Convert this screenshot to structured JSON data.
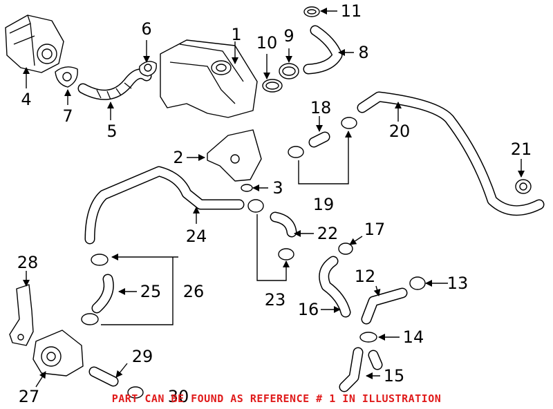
{
  "callouts": [
    "1",
    "2",
    "3",
    "4",
    "5",
    "6",
    "7",
    "8",
    "9",
    "10",
    "11",
    "12",
    "13",
    "14",
    "15",
    "16",
    "17",
    "18",
    "19",
    "20",
    "21",
    "22",
    "23",
    "24",
    "25",
    "26",
    "27",
    "28",
    "29",
    "30"
  ],
  "footnote": "PART CAN BE FOUND AS REFERENCE # 1 IN ILLUSTRATION",
  "colors": {
    "footnote": "#e01b1b",
    "line": "#000000",
    "background": "#ffffff"
  }
}
